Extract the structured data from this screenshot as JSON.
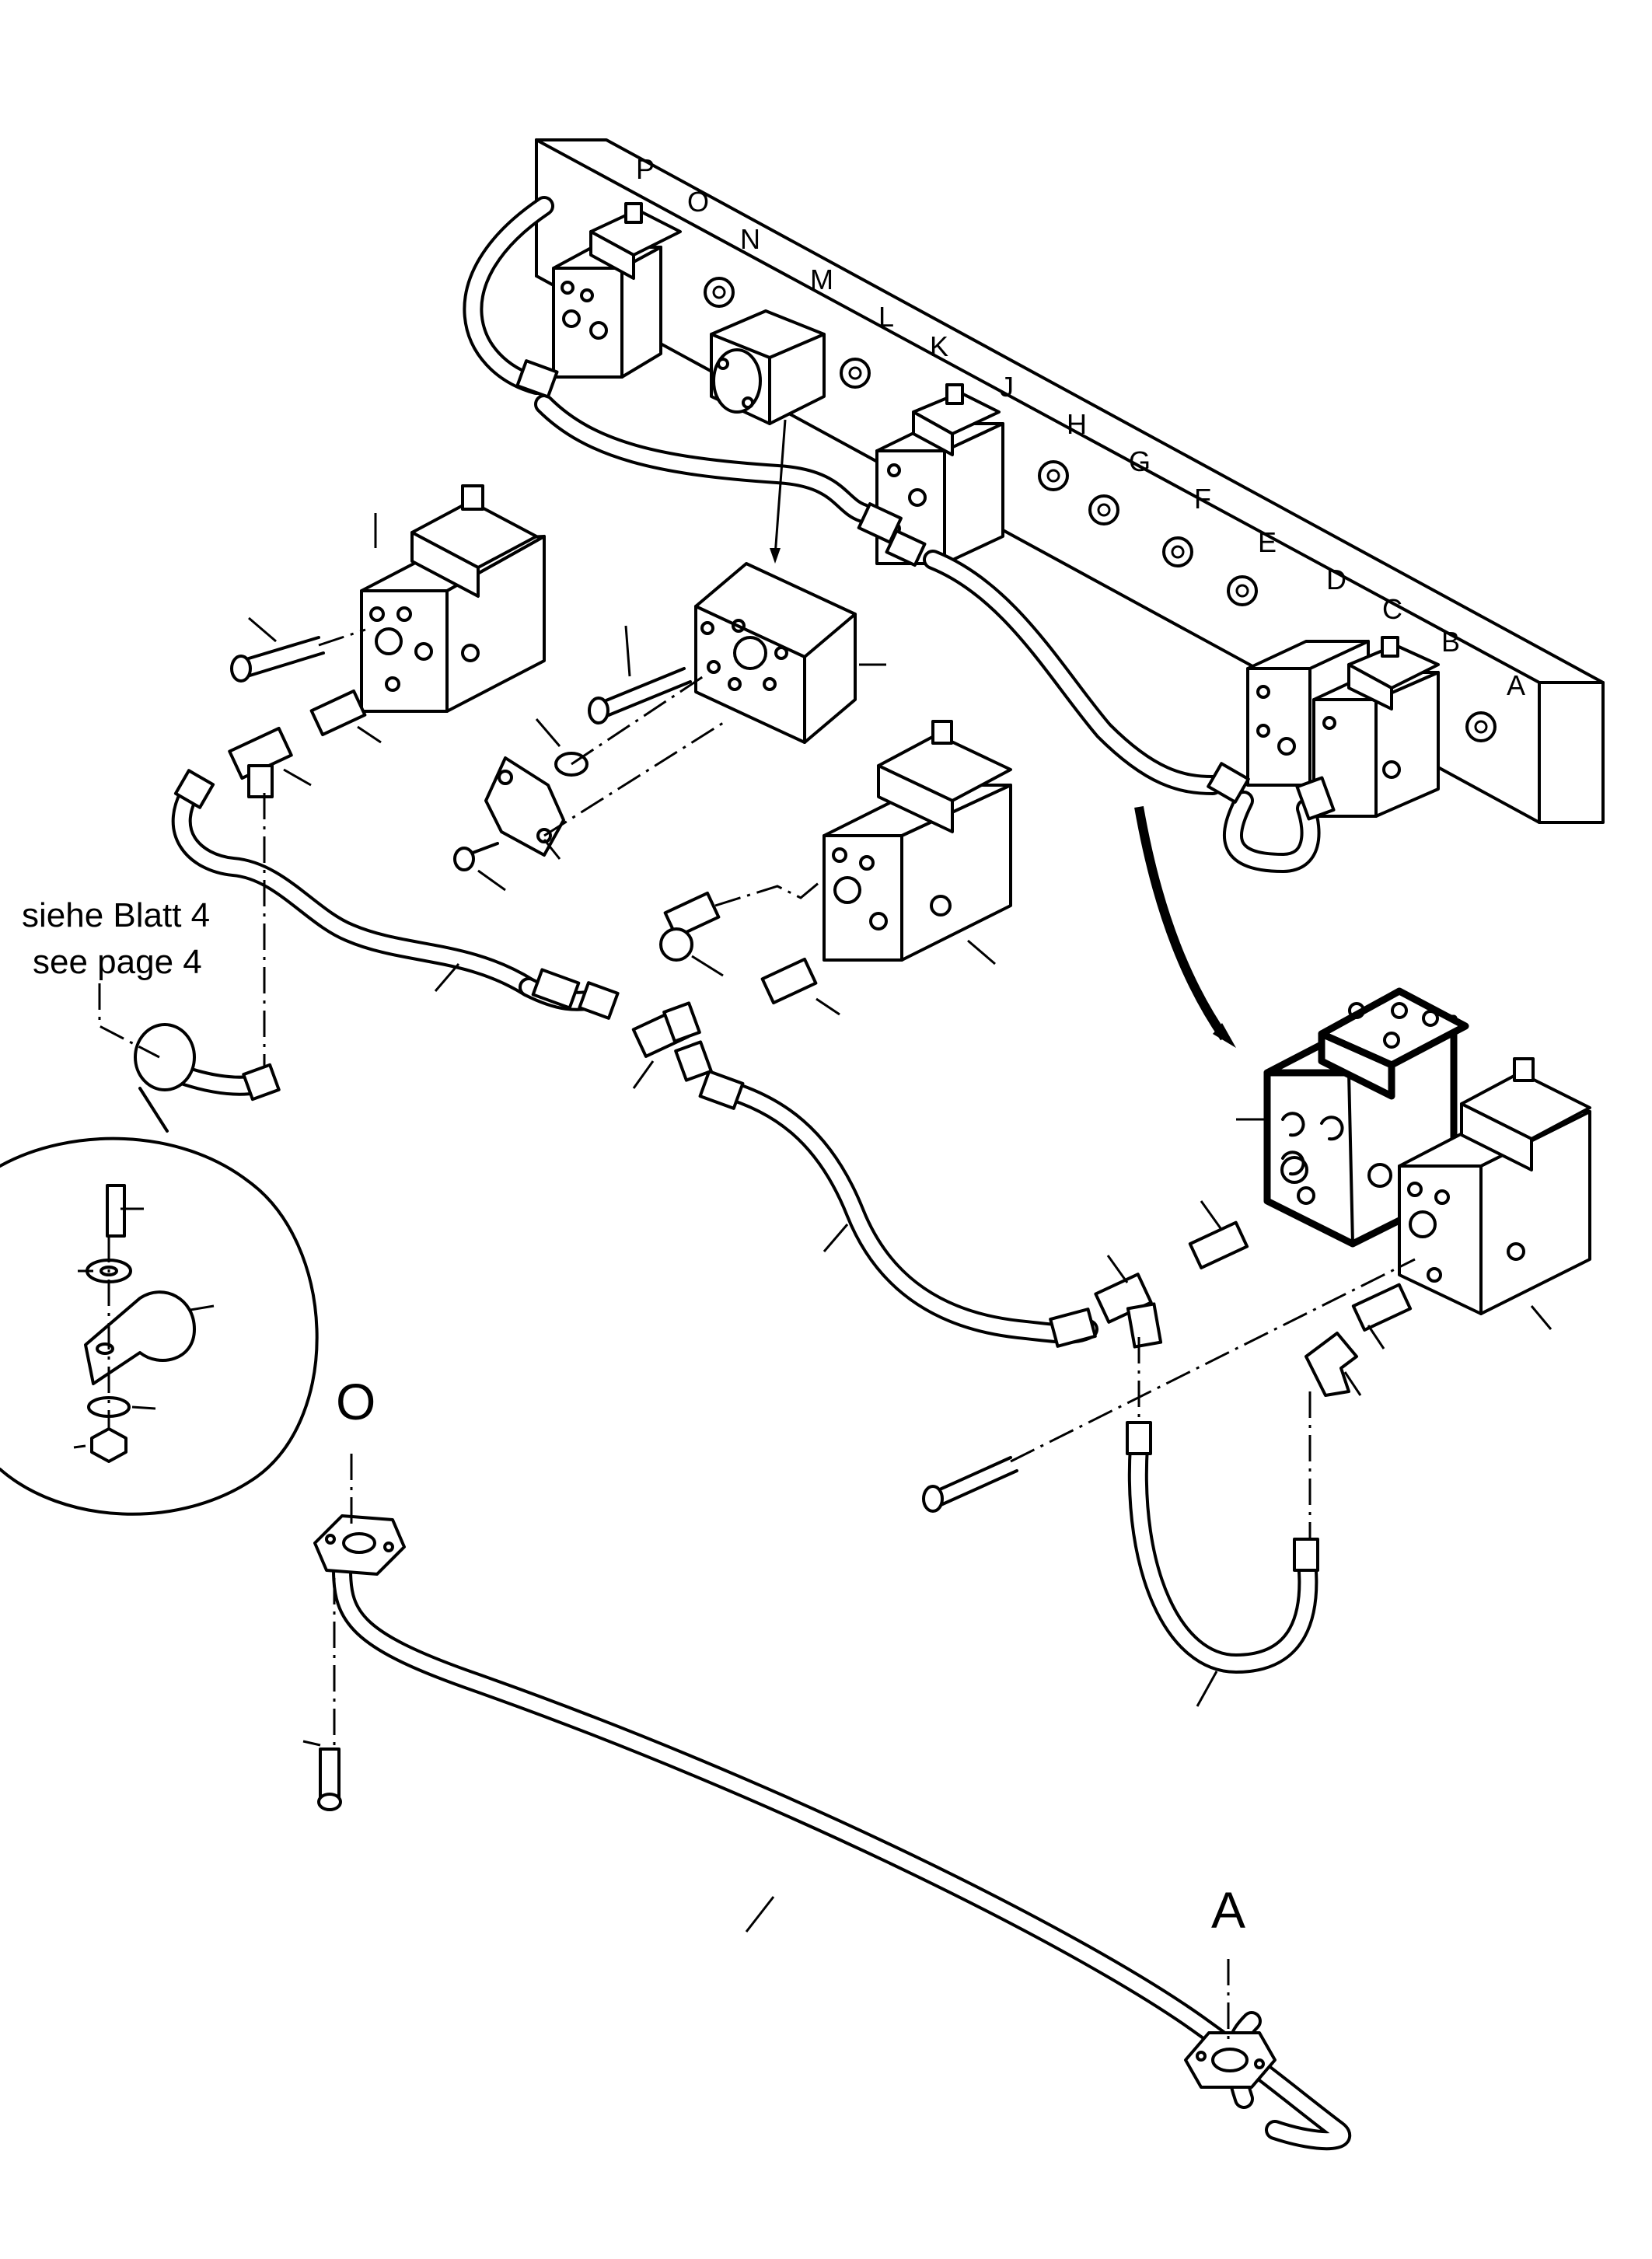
{
  "manifold": {
    "port_labels": [
      "P",
      "O",
      "N",
      "M",
      "L",
      "K",
      "J",
      "H",
      "G",
      "F",
      "E",
      "D",
      "C",
      "B",
      "A"
    ]
  },
  "reference_note": {
    "line1": "siehe Blatt 4",
    "line2": "see page 4"
  },
  "pipe_end_labels": {
    "left": "O",
    "right": "A"
  },
  "icons": {
    "detail": "magnify-circle-icon",
    "arrow": "curved-arrow-icon"
  }
}
